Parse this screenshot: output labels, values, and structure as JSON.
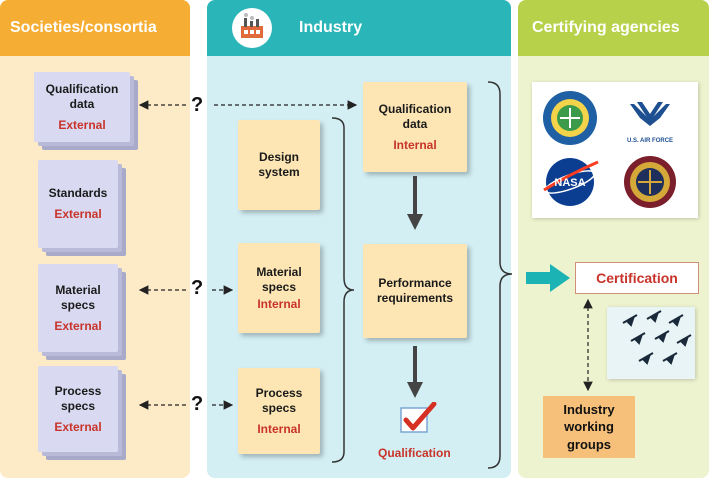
{
  "panels": {
    "societies": {
      "title": "Societies/consortia",
      "header_color": "#f6ad33",
      "body_color": "#fdebc8"
    },
    "industry": {
      "title": "Industry",
      "header_color": "#2ab5b8",
      "body_color": "#d3eff4"
    },
    "agencies": {
      "title": "Certifying agencies",
      "header_color": "#b8d14a",
      "body_color": "#eef3cf"
    }
  },
  "societies_docs": [
    {
      "label": "Qualification data",
      "tag": "External"
    },
    {
      "label": "Standards",
      "tag": "External"
    },
    {
      "label": "Material specs",
      "tag": "External"
    },
    {
      "label": "Process specs",
      "tag": "External"
    }
  ],
  "industry_left_docs": [
    {
      "label": "Design system",
      "tag": ""
    },
    {
      "label": "Material specs",
      "tag": "Internal"
    },
    {
      "label": "Process specs",
      "tag": "Internal"
    }
  ],
  "industry_right_docs": [
    {
      "label": "Qualification data",
      "tag": "Internal"
    },
    {
      "label": "Performance requirements",
      "tag": ""
    }
  ],
  "qualification_label": "Qualification",
  "certification_label": "Certification",
  "working_groups_label": "Industry working groups",
  "question_mark": "?",
  "agency_seals": {
    "faa": "Federal Aviation Administration seal",
    "usaf": "U.S. Air Force logo",
    "usaf_text": "U.S. AIR FORCE",
    "nasa": "NASA logo",
    "dod": "Department seal"
  },
  "colors": {
    "red_tag": "#c8342a",
    "arrow_teal": "#1bb3b4",
    "checkmark": "#d63024"
  }
}
